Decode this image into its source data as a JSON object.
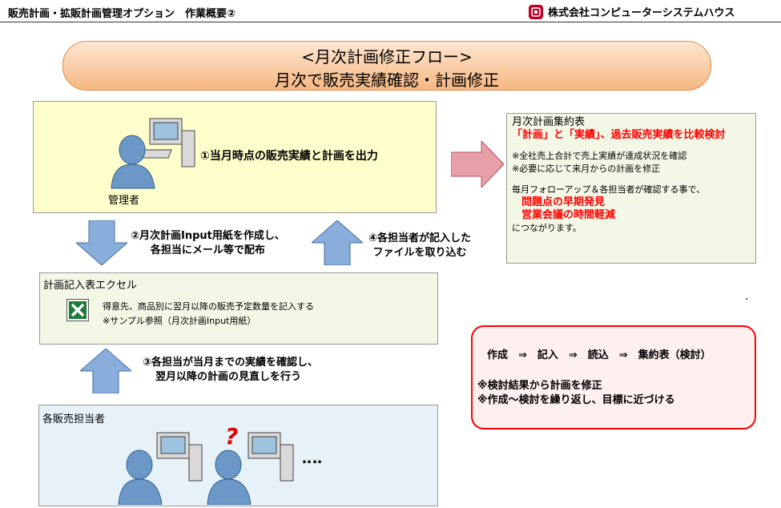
{
  "header": {
    "title": "販売計画・拡販計画管理オプション　作業概要②",
    "company": "株式会社コンピューターシステムハウス"
  },
  "banner": {
    "line1": "<月次計画修正フロー>",
    "line2": "月次で販売実績確認・計画修正"
  },
  "manager_box": {
    "label": "管理者",
    "step1": "①当月時点の販売実績と計画を出力"
  },
  "summary_box": {
    "title": "月次計画集約表",
    "highlight": "「計画」と「実績」、過去販売実績を比較検討",
    "note1": "※全社売上合計で売上実績が達成状況を確認",
    "note2": "※必要に応じて来月からの計画を修正",
    "lead": "毎月フォローアップ＆各担当者が確認する事で、",
    "point1": "問題点の早期発見",
    "point2": "営業会議の時間軽減",
    "tail": "につながります。"
  },
  "step2": {
    "line1": "②月次計画Input用紙を作成し、",
    "line2": "各担当にメール等で配布"
  },
  "step4": {
    "line1": "④各担当者が記入した",
    "line2": "ファイルを取り込む"
  },
  "excel_box": {
    "title": "計画記入表エクセル",
    "line1": "得意先、商品別に翌月以降の販売予定数量を記入する",
    "line2": "※サンプル参照（月次計画Input用紙）"
  },
  "step3": {
    "line1": "③各担当が当月までの実績を確認し、",
    "line2": "翌月以降の計画の見直しを行う"
  },
  "sales_box": {
    "title": "各販売担当者",
    "dots": "‥‥"
  },
  "cycle_box": {
    "flow": "作成　⇒　記入　⇒　読込　⇒　集約表（検討）",
    "note1": "※検討結果から計画を修正",
    "note2": "※作成～検討を繰り返し、目標に近づける"
  },
  "stray_dot": "."
}
